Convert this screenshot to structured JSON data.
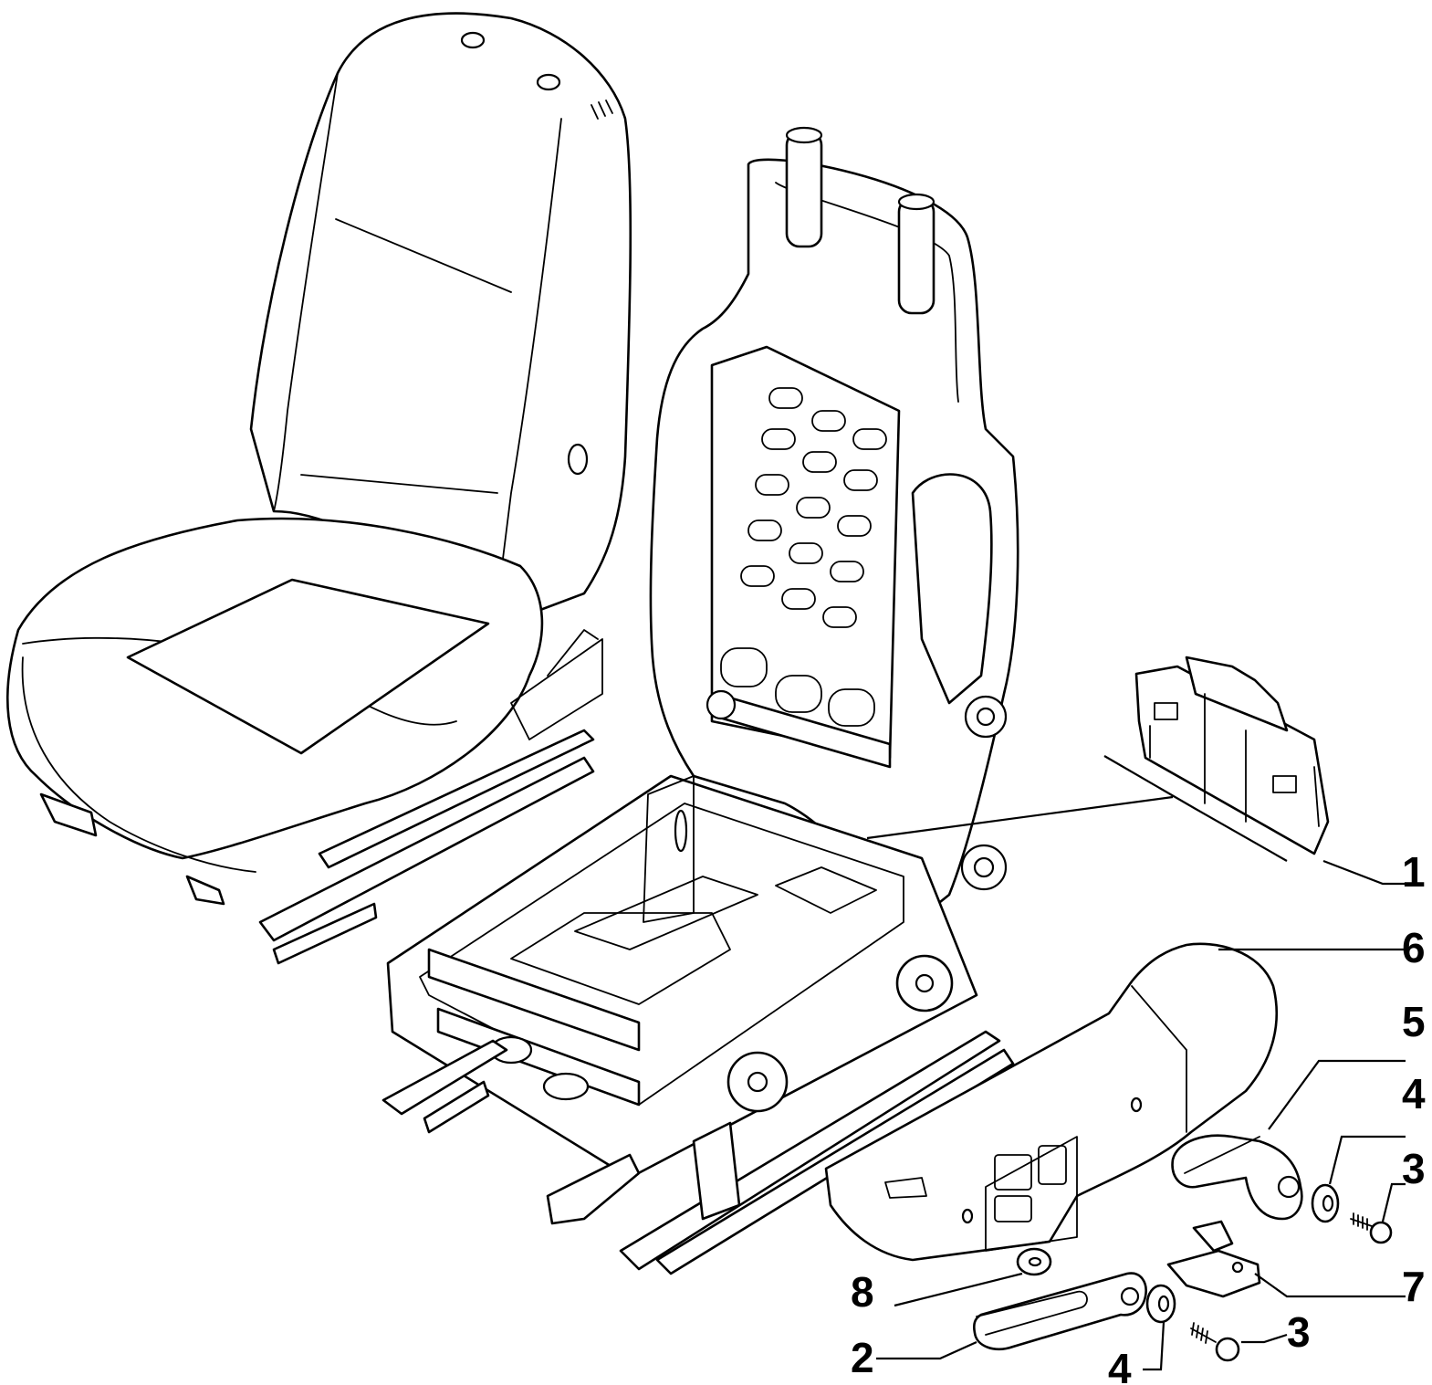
{
  "diagram": {
    "colors": {
      "line": "#000000",
      "background": "#ffffff"
    },
    "parts": [
      {
        "id": "seat-upholstery",
        "name": "seat-upholstery"
      },
      {
        "id": "seat-frame",
        "name": "seat-frame"
      },
      {
        "id": "backrest-bracket",
        "name": "backrest-bracket"
      },
      {
        "id": "side-trim-cover",
        "name": "side-trim-cover"
      },
      {
        "id": "recline-lever",
        "name": "recline-lever"
      },
      {
        "id": "height-lever",
        "name": "height-lever"
      },
      {
        "id": "bracket-clip",
        "name": "bracket-clip"
      },
      {
        "id": "washer-top",
        "name": "washer"
      },
      {
        "id": "washer-bottom",
        "name": "washer"
      },
      {
        "id": "screw-top",
        "name": "screw"
      },
      {
        "id": "screw-bottom",
        "name": "screw"
      },
      {
        "id": "knob-cap",
        "name": "knob-cap"
      }
    ],
    "callouts": [
      {
        "id": "c1",
        "label": "1"
      },
      {
        "id": "c6",
        "label": "6"
      },
      {
        "id": "c5",
        "label": "5"
      },
      {
        "id": "c4a",
        "label": "4"
      },
      {
        "id": "c3a",
        "label": "3"
      },
      {
        "id": "c7",
        "label": "7"
      },
      {
        "id": "c8",
        "label": "8"
      },
      {
        "id": "c2",
        "label": "2"
      },
      {
        "id": "c4b",
        "label": "4"
      },
      {
        "id": "c3b",
        "label": "3"
      }
    ]
  }
}
